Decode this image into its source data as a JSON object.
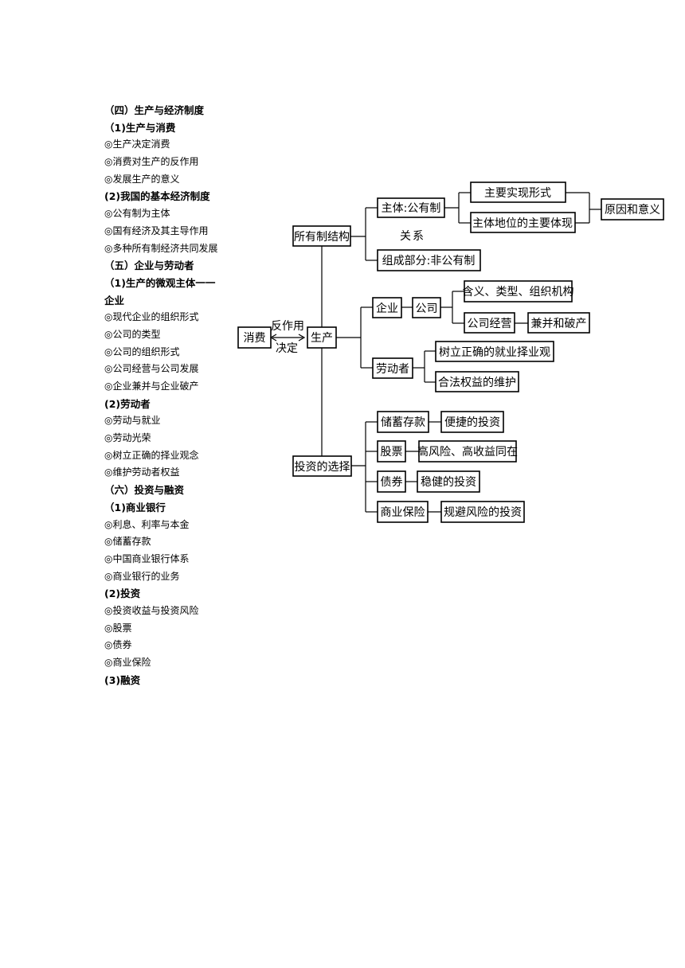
{
  "outline": [
    {
      "text": "（四）生产与经济制度",
      "style": "bold"
    },
    {
      "text": "（1)生产与消费",
      "style": "bold"
    },
    {
      "text": "◎生产决定消费",
      "style": "item"
    },
    {
      "text": "◎消费对生产的反作用",
      "style": "item"
    },
    {
      "text": "◎发展生产的意义",
      "style": "item"
    },
    {
      "text": "(2)我国的基本经济制度",
      "style": "bold"
    },
    {
      "text": "◎公有制为主体",
      "style": "item"
    },
    {
      "text": "◎国有经济及其主导作用",
      "style": "item"
    },
    {
      "text": "◎多种所有制经济共同发展",
      "style": "item"
    },
    {
      "text": "（五）企业与劳动者",
      "style": "bold"
    },
    {
      "text": "（1)生产的微观主体一一",
      "style": "bold"
    },
    {
      "text": "企业",
      "style": "bold"
    },
    {
      "text": "◎现代企业的组织形式",
      "style": "item"
    },
    {
      "text": "◎公司的类型",
      "style": "item"
    },
    {
      "text": "◎公司的组织形式",
      "style": "item"
    },
    {
      "text": "◎公司经营与公司发展",
      "style": "item"
    },
    {
      "text": "◎企业兼并与企业破产",
      "style": "item"
    },
    {
      "text": "(2)劳动者",
      "style": "bold"
    },
    {
      "text": "◎劳动与就业",
      "style": "item"
    },
    {
      "text": "◎劳动光荣",
      "style": "item"
    },
    {
      "text": "◎树立正确的择业观念",
      "style": "item"
    },
    {
      "text": "◎维护劳动者权益",
      "style": "item"
    },
    {
      "text": "（六）投资与融资",
      "style": "bold"
    },
    {
      "text": "（1)商业银行",
      "style": "bold"
    },
    {
      "text": "◎利息、利率与本金",
      "style": "item"
    },
    {
      "text": "◎储蓄存款",
      "style": "item"
    },
    {
      "text": "◎中国商业银行体系",
      "style": "item"
    },
    {
      "text": "◎商业银行的业务",
      "style": "item"
    },
    {
      "text": "(2)投资",
      "style": "bold"
    },
    {
      "text": "◎投资收益与投资风险",
      "style": "item"
    },
    {
      "text": "◎股票",
      "style": "item"
    },
    {
      "text": "◎债券",
      "style": "item"
    },
    {
      "text": "◎商业保险",
      "style": "item"
    },
    {
      "text": "(3)融资",
      "style": "bold"
    }
  ],
  "mindmap": {
    "nodes": {
      "consume": "消费",
      "produce": "生产",
      "ownership": "所有制结构",
      "main_body": "主体:公有制",
      "main_form": "主要实现形式",
      "main_status": "主体地位的主要体现",
      "reason": "原因和意义",
      "component": "组成部分:非公有制",
      "enterprise": "企业",
      "company": "公司",
      "company_types": "含义、类型、组织机构",
      "company_ops": "公司经营",
      "merger": "兼并和破产",
      "laborer": "劳动者",
      "career_view": "树立正确的就业择业观",
      "rights": "合法权益的维护",
      "investment": "投资的选择",
      "savings": "储蓄存款",
      "savings_desc": "便捷的投资",
      "stocks": "股票",
      "stocks_desc": "高风险、高收益同在",
      "bonds": "债券",
      "bonds_desc": "稳健的投资",
      "insurance": "商业保险",
      "insurance_desc": "规避风险的投资"
    },
    "labels": {
      "reaction": "反作用",
      "decide": "决定",
      "relation_1": "关",
      "relation_2": "系"
    }
  }
}
